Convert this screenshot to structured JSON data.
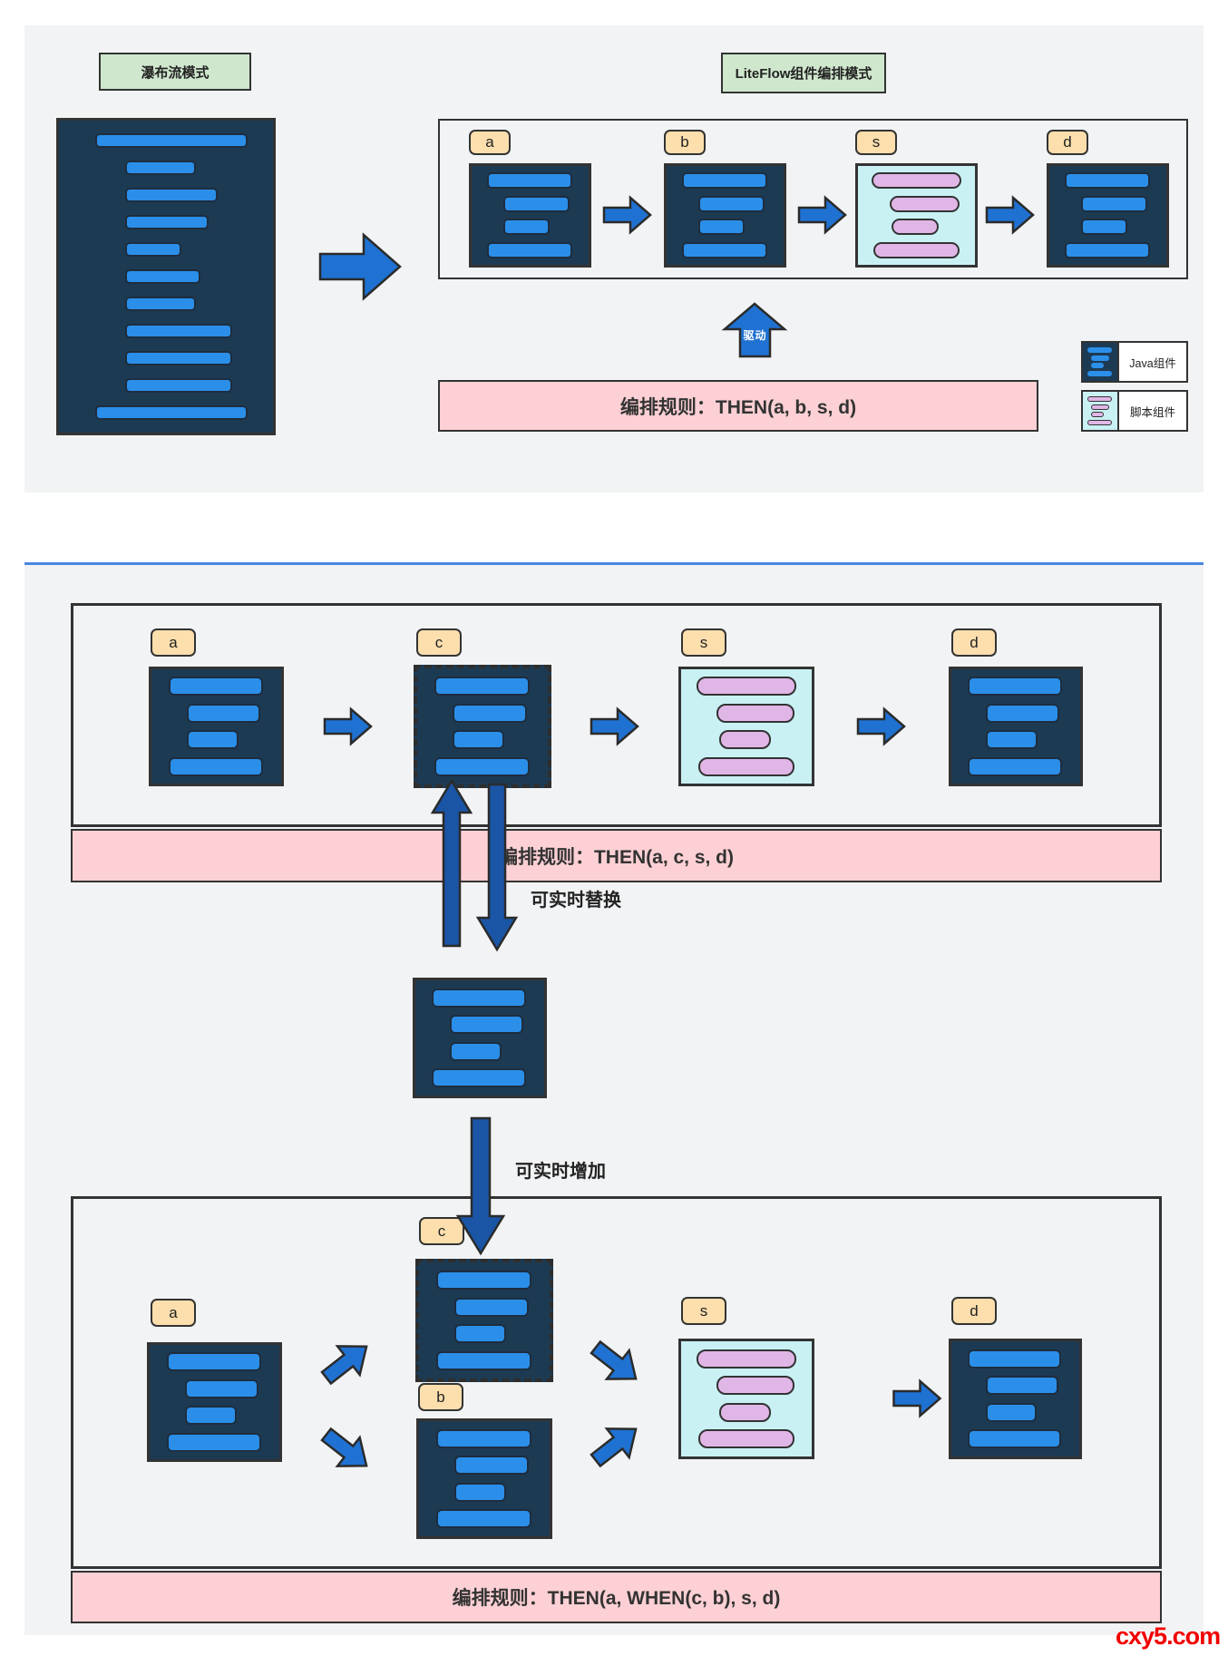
{
  "top": {
    "waterfall_label": "瀑布流模式",
    "liteflow_label": "LiteFlow组件编排模式",
    "flow1": {
      "a": "a",
      "b": "b",
      "s": "s",
      "d": "d"
    },
    "drive_label": "驱动",
    "rule1": "编排规则：THEN(a, b, s, d)",
    "legend_java": "Java组件",
    "legend_script": "脚本组件"
  },
  "mid": {
    "flow2": {
      "a": "a",
      "c": "c",
      "s": "s",
      "d": "d"
    },
    "rule2": "编排规则：THEN(a, c, s, d)",
    "replace_label": "可实时替换",
    "add_label": "可实时增加"
  },
  "bottom": {
    "flow3": {
      "a": "a",
      "b": "b",
      "c": "c",
      "s": "s",
      "d": "d"
    },
    "rule3": "编排规则：THEN(a, WHEN(c, b), s, d)"
  },
  "watermark": "cxy5.com",
  "colors": {
    "panel_grey": "#f2f3f4",
    "java_box": "#1d3a53",
    "java_bar": "#2b8fe9",
    "script_box": "#c9f1f4",
    "script_bar": "#e0b6e6",
    "badge_tan": "#fcdfad",
    "green_label": "#cfe7cd",
    "rule_pink": "#fcd0d4",
    "arrow_blue": "#1f72d2",
    "arrow_dark": "#1a55a6",
    "divider_blue": "#4b87e0",
    "watermark_red": "#f10000"
  }
}
